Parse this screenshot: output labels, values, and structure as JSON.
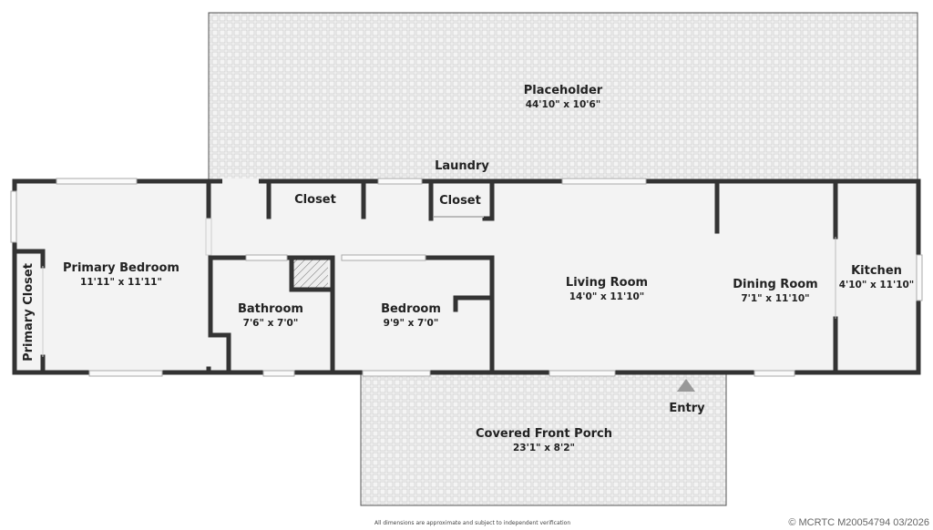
{
  "rooms": {
    "placeholder": {
      "name": "Placeholder",
      "dim": "44'10\" x 10'6\""
    },
    "laundry": {
      "name": "Laundry"
    },
    "closet1": {
      "name": "Closet"
    },
    "closet2": {
      "name": "Closet"
    },
    "primary_bedroom": {
      "name": "Primary Bedroom",
      "dim": "11'11\" x 11'11\""
    },
    "primary_closet": {
      "name": "Primary Closet"
    },
    "bathroom": {
      "name": "Bathroom",
      "dim": "7'6\" x 7'0\""
    },
    "bedroom": {
      "name": "Bedroom",
      "dim": "9'9\" x 7'0\""
    },
    "living_room": {
      "name": "Living Room",
      "dim": "14'0\" x 11'10\""
    },
    "dining_room": {
      "name": "Dining Room",
      "dim": "7'1\" x 11'10\""
    },
    "kitchen": {
      "name": "Kitchen",
      "dim": "4'10\" x 11'10\""
    },
    "porch": {
      "name": "Covered Front Porch",
      "dim": "23'1\" x 8'2\""
    },
    "entry": {
      "name": "Entry"
    }
  },
  "footer": {
    "disclaimer": "All dimensions are approximate and subject to independent verification",
    "watermark": "© MCRTC M20054794 03/2026"
  },
  "colors": {
    "wall": "#333333",
    "floor": "#f3f3f3",
    "deck": "#ececec"
  }
}
